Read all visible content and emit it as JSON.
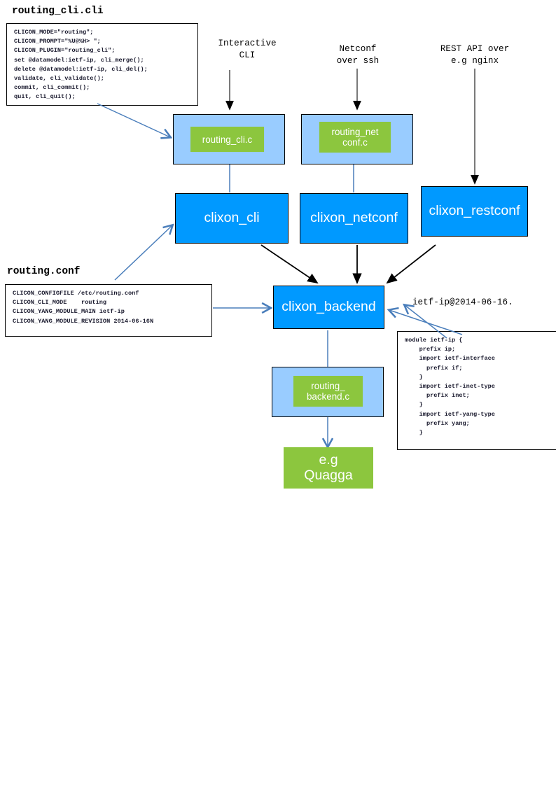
{
  "panels": {
    "cli_spec": {
      "title": "routing_cli.cli",
      "body": "CLICON_MODE=\"routing\";\nCLICON_PROMPT=\"%U@%H> \";\nCLICON_PLUGIN=\"routing_cli\";\nset @datamodel:ietf-ip, cli_merge();\ndelete @datamodel:ietf-ip, cli_del();\nvalidate, cli_validate();\ncommit, cli_commit();\nquit, cli_quit();"
    },
    "conf": {
      "title": "routing.conf",
      "body": "CLICON_CONFIGFILE /etc/routing.conf\nCLICON_CLI_MODE    routing\nCLICON_YANG_MODULE_MAIN ietf-ip\nCLICON_YANG_MODULE_REVISION 2014-06-16N"
    },
    "yang": {
      "title": "ietf-ip@2014-06-16.",
      "body": "module ietf-ip {\n    prefix ip;\n    import ietf-interface\n      prefix if;\n    }\n    import ietf-inet-type\n      prefix inet;\n    }\n    import ietf-yang-type\n      prefix yang;\n    }"
    }
  },
  "annotations": {
    "cli": "Interactive\nCLI",
    "netconf": "Netconf\nover ssh",
    "restconf": "REST API over\ne.g nginx"
  },
  "nodes": {
    "cli_plugin_host": "",
    "cli_plugin": "routing_cli.c",
    "netconf_plugin_host": "",
    "netconf_plugin": "routing_net\nconf.c",
    "clixon_cli": "clixon_cli",
    "clixon_netconf": "clixon_netconf",
    "clixon_restconf": "clixon_restconf",
    "clixon_backend": "clixon_backend",
    "backend_plugin_host": "",
    "backend_plugin": "routing_\nbackend.c",
    "external": "e.g\nQuagga"
  },
  "colors": {
    "plugin_green": "#8cc63e",
    "process_blue": "#0099ff",
    "host_blue": "#99ccff",
    "wire_blue": "#4a7ebb",
    "wire_black": "#000000",
    "wire_gray": "#595959"
  }
}
